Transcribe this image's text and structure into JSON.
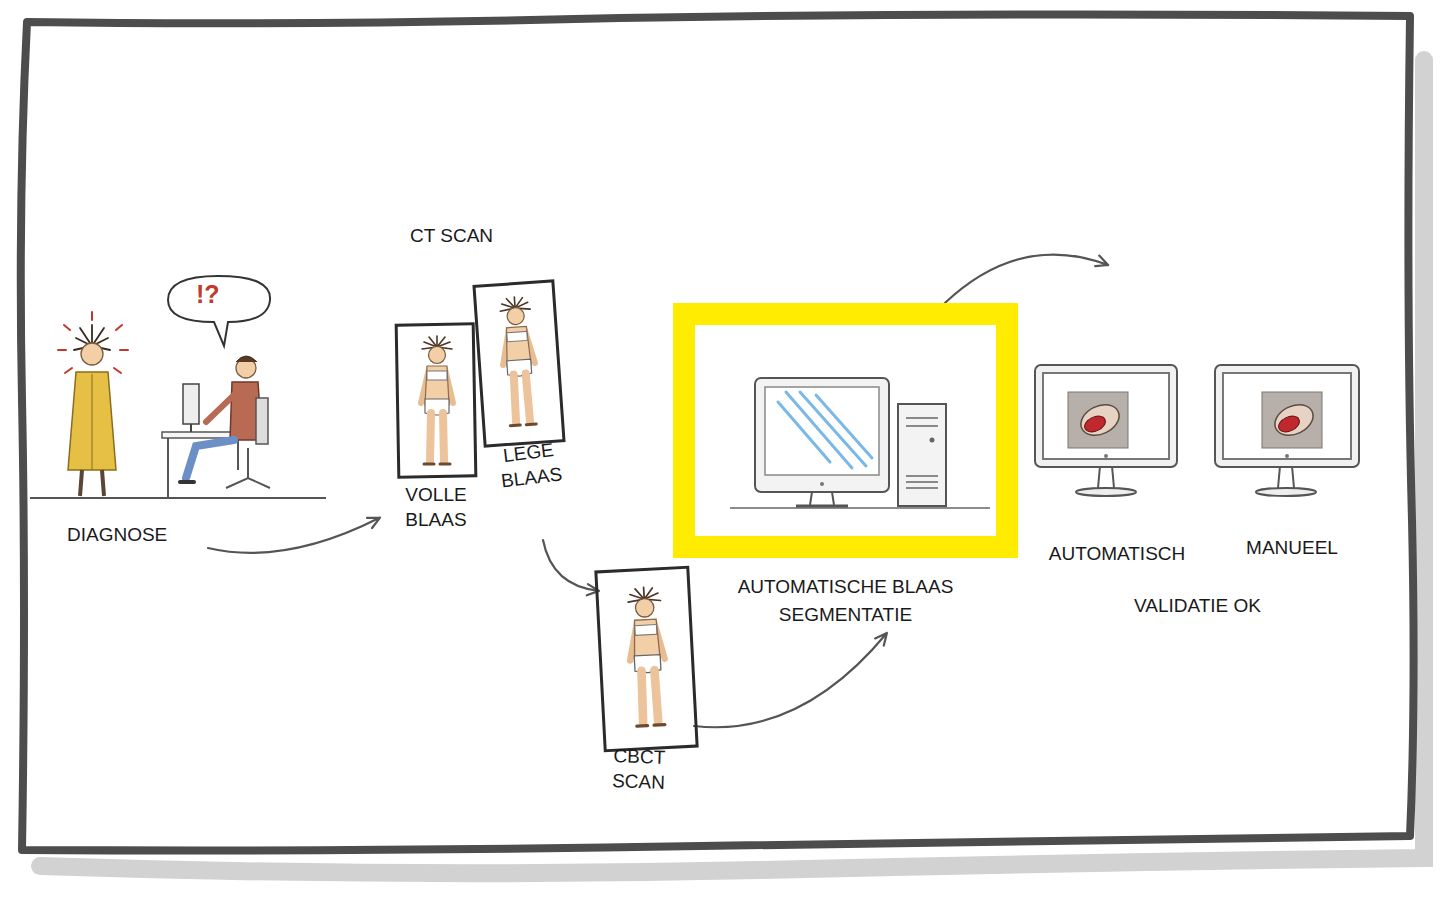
{
  "diagram": {
    "nodes": [
      {
        "text": [
          "DIAGNOSE"
        ]
      },
      {
        "text": [
          "CT SCAN"
        ]
      },
      {
        "text": [
          "VOLLE BLAAS"
        ],
        "in": 1
      },
      {
        "text": [
          "LEGE BLAAS"
        ],
        "in": 1
      },
      {
        "text": [
          "CBCT SCAN"
        ]
      },
      {
        "text": [
          "AUTOMATISCHE BLAAS SEGMENTATIE"
        ]
      },
      {
        "text": [
          "VALIDATIE OK"
        ]
      },
      {
        "text": [
          "AUTOMATISCH"
        ],
        "in": 6
      },
      {
        "text": [
          "MANUEEL"
        ],
        "in": 6
      }
    ],
    "edges": [
      {
        "from": 0,
        "to": 1,
        "arrow": "to"
      },
      {
        "from": 1,
        "to": 4,
        "arrow": "to"
      },
      {
        "from": 4,
        "to": 5,
        "arrow": "to"
      },
      {
        "from": 5,
        "to": 6,
        "arrow": "to"
      }
    ],
    "labels": [
      "!?"
    ]
  }
}
